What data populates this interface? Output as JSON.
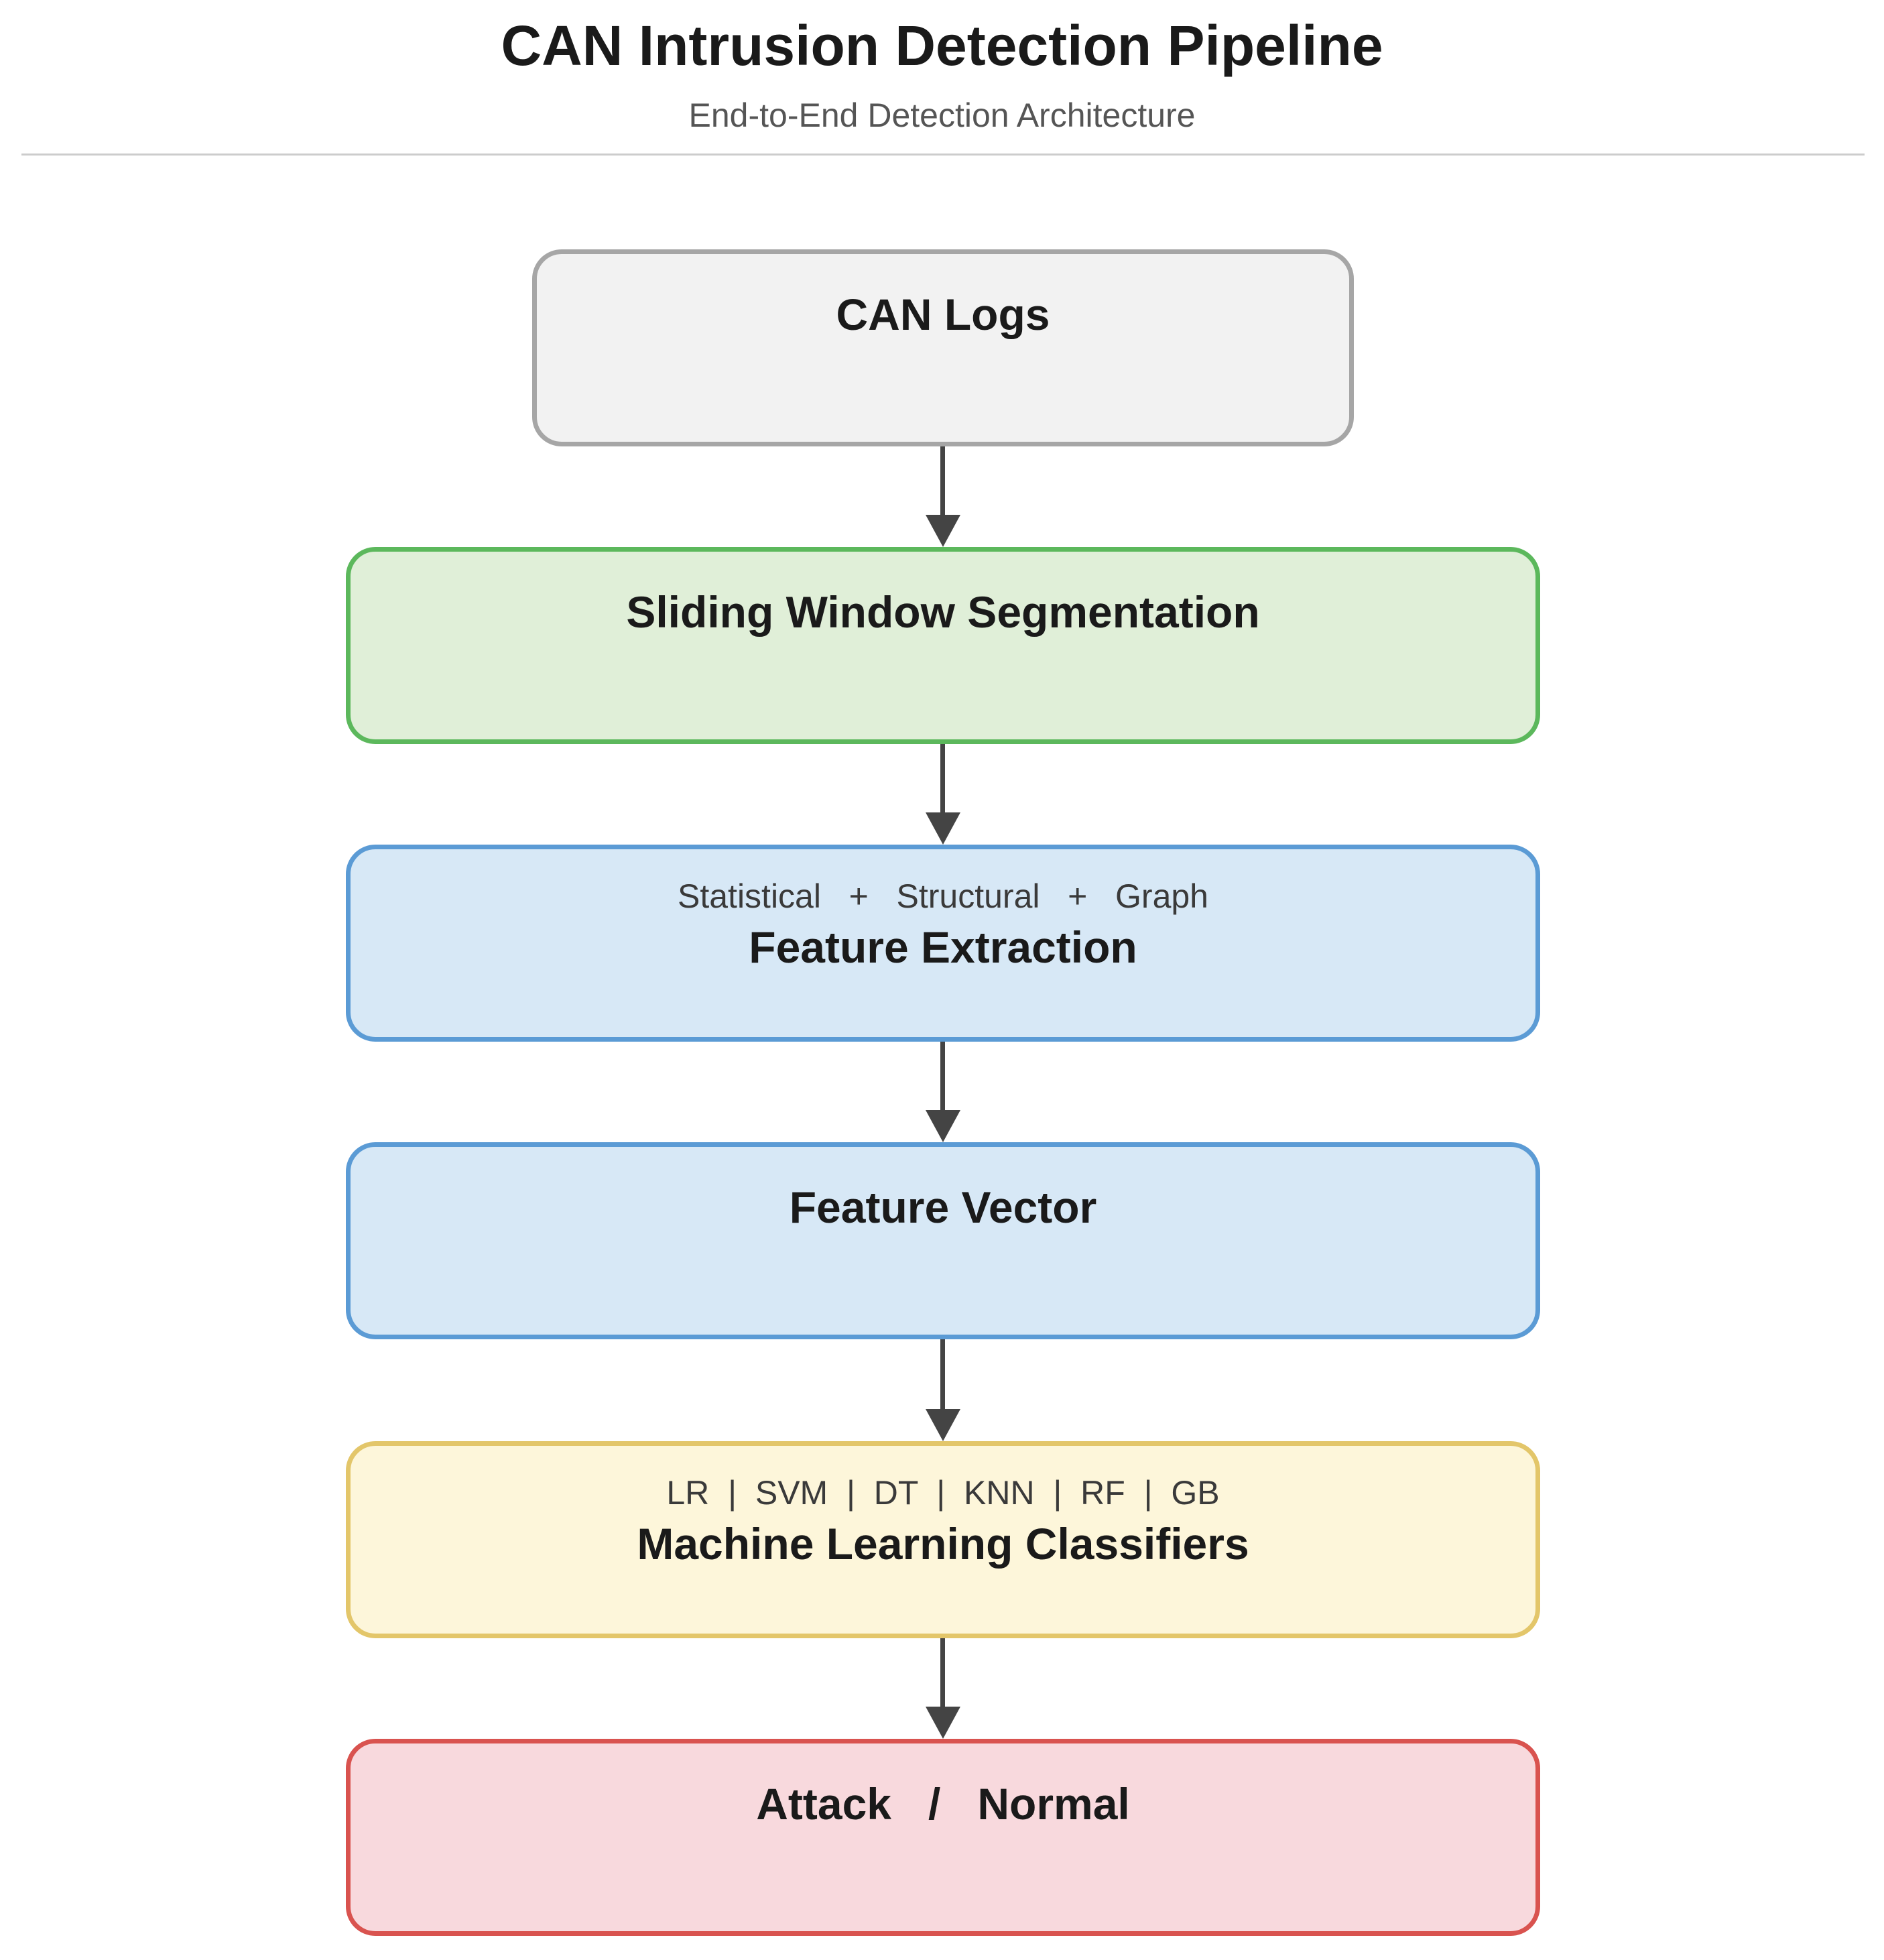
{
  "header": {
    "title": "CAN Intrusion Detection Pipeline",
    "subtitle": "End-to-End Detection Architecture"
  },
  "pipeline": {
    "stages": [
      {
        "name": "CAN Logs",
        "fill": "#f2f2f2",
        "border": "#a6a6a6"
      },
      {
        "name": "Sliding Window Segmentation",
        "fill": "#e0efd8",
        "border": "#5cb85c"
      },
      {
        "name": "Feature Extraction",
        "detail": "Statistical   +   Structural   +   Graph",
        "fill": "#d7e8f6",
        "border": "#5b9bd5"
      },
      {
        "name": "Feature Vector",
        "fill": "#d7e8f6",
        "border": "#5b9bd5"
      },
      {
        "name": "Machine Learning Classifiers",
        "detail": "LR  |  SVM  |  DT  |  KNN  |  RF  |  GB",
        "fill": "#fdf6da",
        "border": "#e3c66a"
      },
      {
        "name": "Attack   /   Normal",
        "fill": "#f8d9dd",
        "border": "#d9534f"
      }
    ],
    "arrow_color": "#444444"
  }
}
